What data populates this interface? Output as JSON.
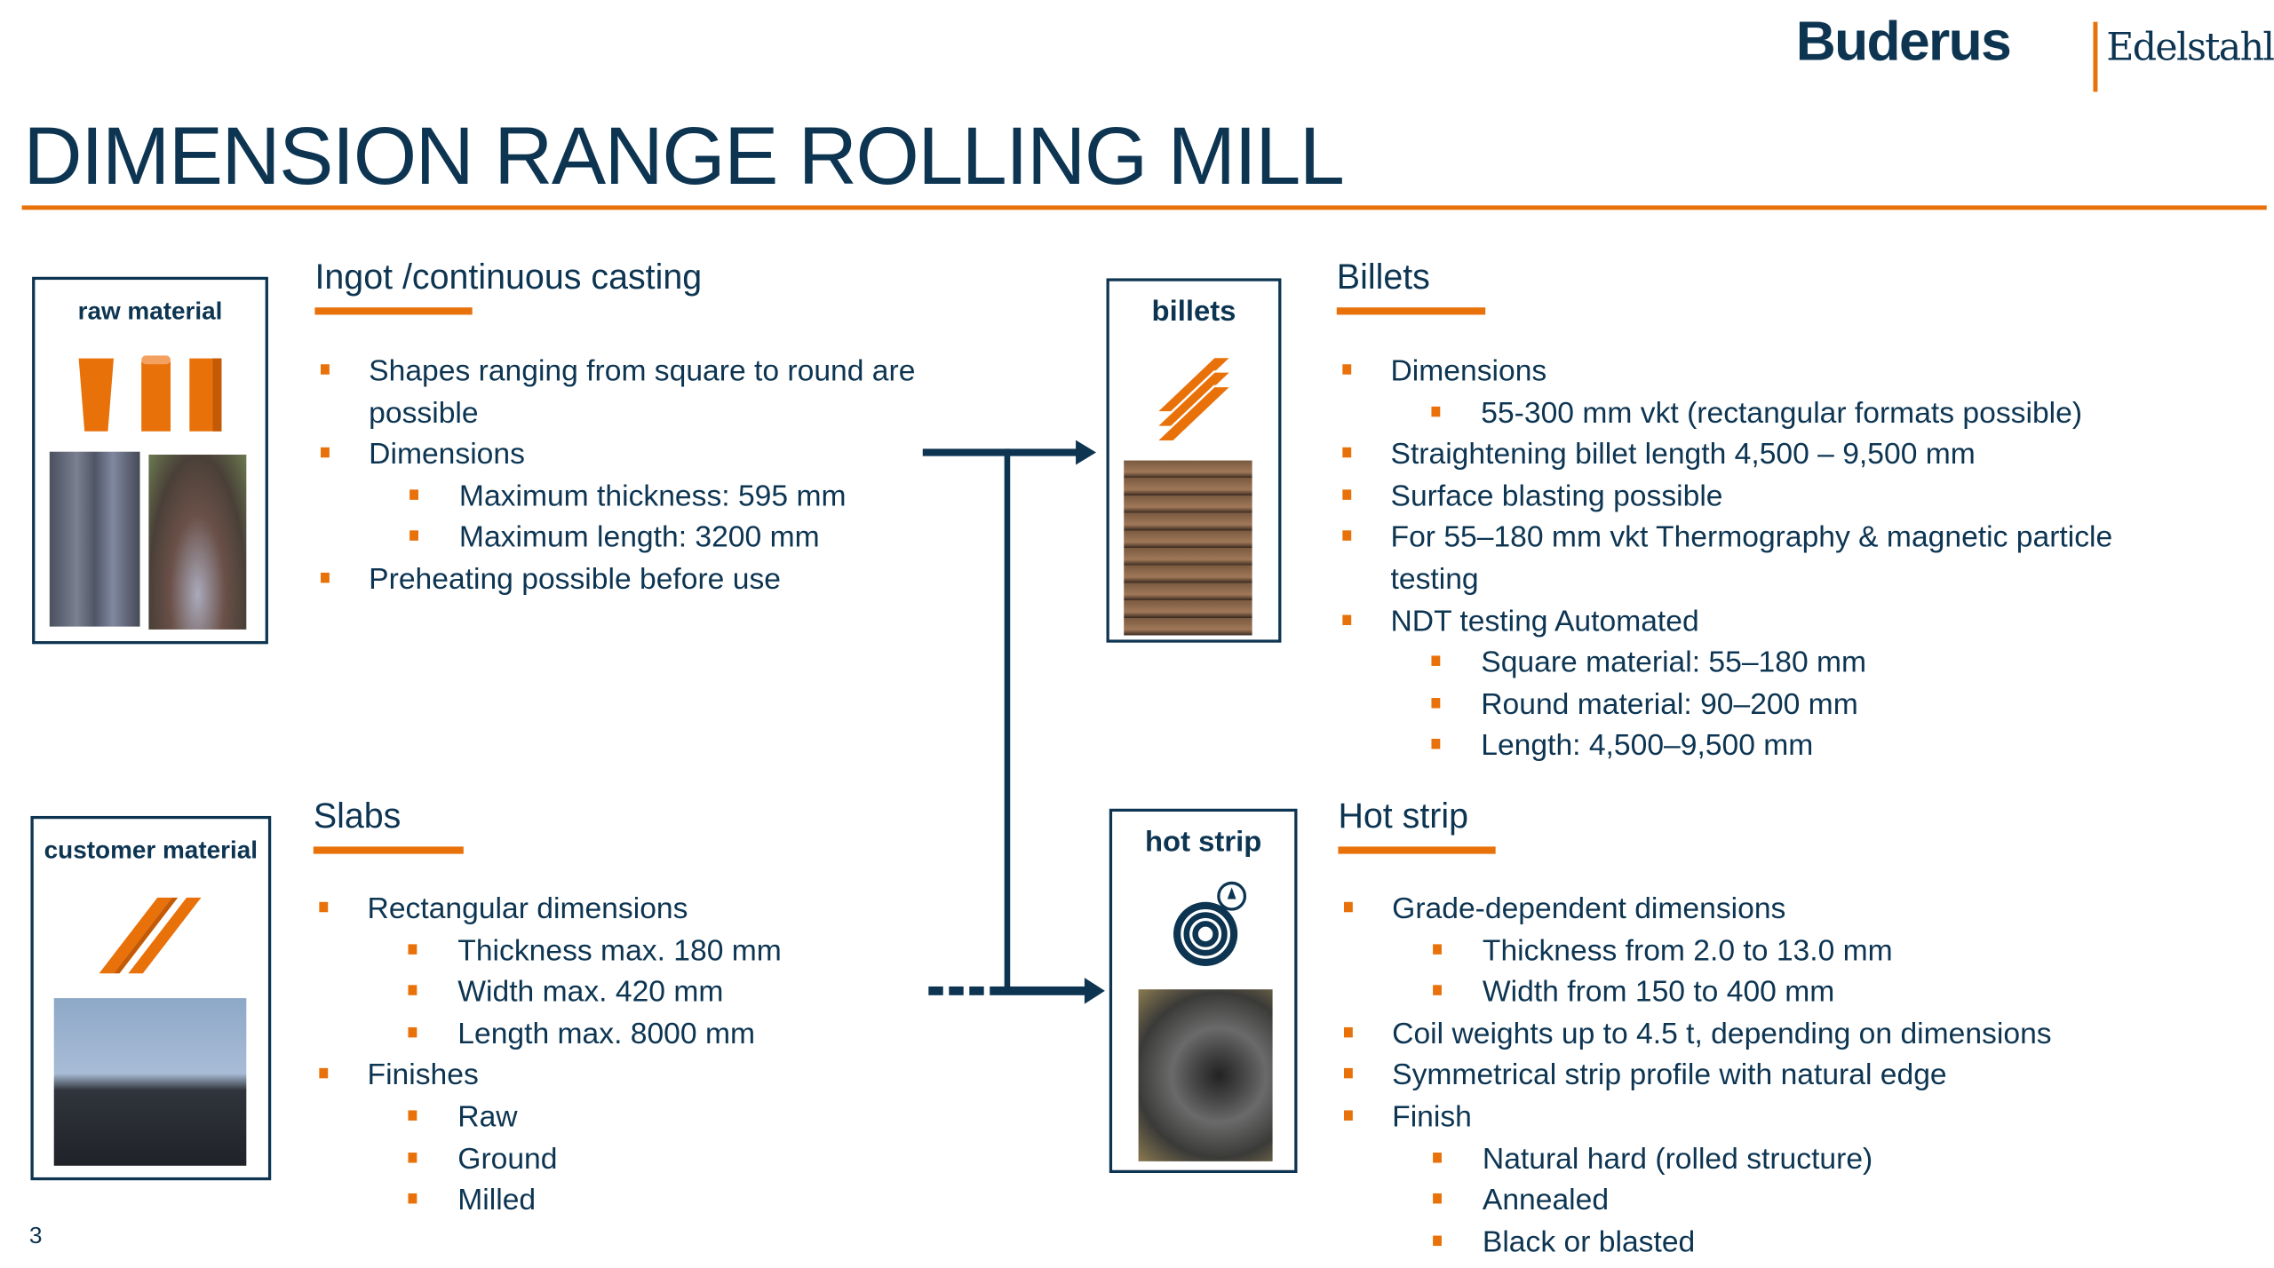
{
  "logo": {
    "brand": "Buderus",
    "sub": "Edelstahl"
  },
  "title": "DIMENSION RANGE ROLLING MILL",
  "page_number": "3",
  "boxes": {
    "raw": "raw material",
    "customer": "customer material",
    "billets": "billets",
    "hot_strip": "hot strip"
  },
  "colors": {
    "navy": "#0d3552",
    "orange": "#e8710a"
  },
  "sections": {
    "ingot": {
      "heading": "Ingot /continuous casting",
      "items": [
        "Shapes ranging from square to round are",
        "possible",
        "Dimensions",
        "Maximum thickness: 595 mm",
        "Maximum length: 3200 mm",
        "Preheating possible before use"
      ]
    },
    "slabs": {
      "heading": "Slabs",
      "items": [
        "Rectangular dimensions",
        "Thickness max. 180 mm",
        "Width max. 420 mm",
        "Length max. 8000 mm",
        "Finishes",
        "Raw",
        "Ground",
        "Milled"
      ]
    },
    "billets": {
      "heading": "Billets",
      "items": [
        "Dimensions",
        "55-300 mm vkt (rectangular formats possible)",
        "Straightening billet length 4,500 – 9,500 mm",
        "Surface blasting possible",
        "For 55–180 mm vkt Thermography & magnetic particle",
        "testing",
        "NDT testing Automated",
        "Square material: 55–180 mm",
        "Round material: 90–200 mm",
        "Length: 4,500–9,500 mm"
      ]
    },
    "hot_strip": {
      "heading": "Hot strip",
      "items": [
        "Grade-dependent dimensions",
        "Thickness from 2.0 to 13.0 mm",
        "Width from 150 to 400 mm",
        "Coil weights up to 4.5 t, depending on dimensions",
        "Symmetrical strip profile with natural edge",
        "Finish",
        "Natural hard (rolled structure)",
        "Annealed",
        "Black or blasted"
      ]
    }
  }
}
